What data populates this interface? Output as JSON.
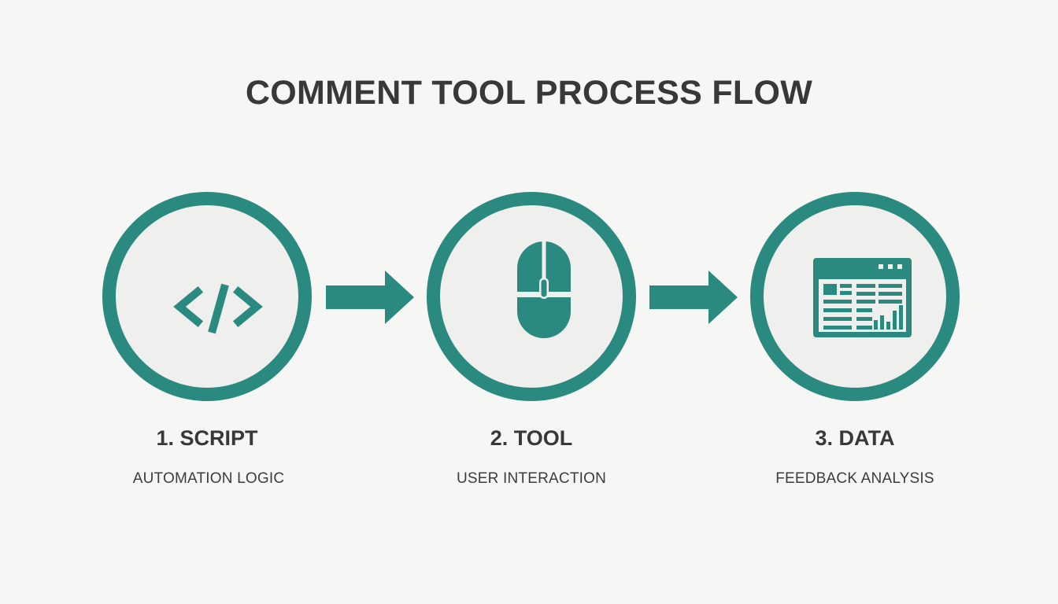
{
  "title": "COMMENT TOOL PROCESS FLOW",
  "accent_color": "#2b8a7f",
  "steps": [
    {
      "label": "1. SCRIPT",
      "description": "AUTOMATION LOGIC",
      "icon": "code-icon"
    },
    {
      "label": "2. TOOL",
      "description": "USER INTERACTION",
      "icon": "mouse-icon"
    },
    {
      "label": "3. DATA",
      "description": "FEEDBACK ANALYSIS",
      "icon": "dashboard-icon"
    }
  ],
  "connectors": [
    "arrow-right-icon",
    "arrow-right-icon"
  ]
}
